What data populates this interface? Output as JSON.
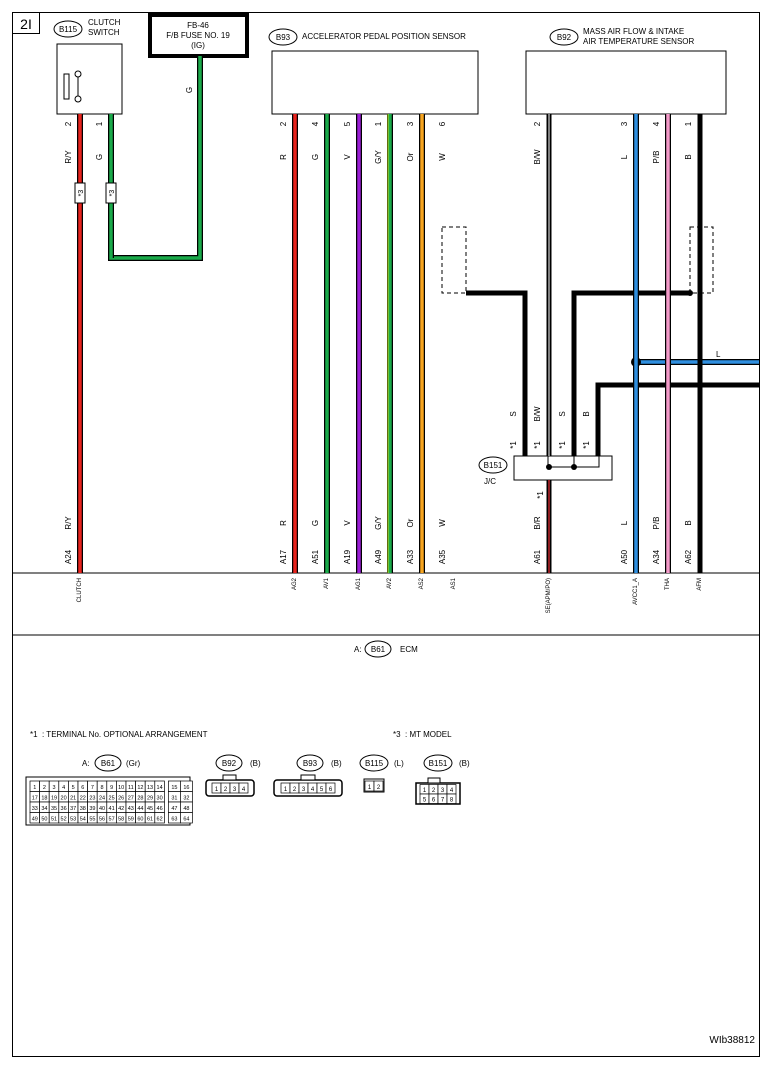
{
  "page_id": "2I",
  "figure_code": "WIb38812",
  "components": {
    "clutch_switch": {
      "badge": "B115",
      "line1": "CLUTCH",
      "line2": "SWITCH"
    },
    "fuse": {
      "line1": "FB-46",
      "line2": "F/B FUSE NO. 19",
      "line3": "(IG)"
    },
    "app_sensor": {
      "badge": "B93",
      "name": "ACCELERATOR PEDAL POSITION SENSOR"
    },
    "maf_sensor": {
      "badge": "B92",
      "line1": "MASS AIR FLOW & INTAKE",
      "line2": "AIR TEMPERATURE SENSOR"
    },
    "jc": {
      "badge": "B151",
      "label": "J/C"
    },
    "ecm": {
      "prefix": "A:",
      "badge": "B61",
      "label": "ECM"
    }
  },
  "fuse_wire_color": "G",
  "wires": [
    {
      "id": "clutch_2",
      "pin": "2",
      "color_code": "R/Y",
      "hex": "#e8231d",
      "ecm_code": "R/Y",
      "ecm_pin": "A24",
      "signal": "CLUTCH",
      "tag": "*3"
    },
    {
      "id": "clutch_1",
      "pin": "1",
      "color_code": "G",
      "hex": "#1aaa4a",
      "tag": "*3"
    },
    {
      "id": "app_2",
      "pin": "2",
      "color_code": "R",
      "hex": "#e8231d",
      "ecm_code": "R",
      "ecm_pin": "A17",
      "signal": "AG2"
    },
    {
      "id": "app_4",
      "pin": "4",
      "color_code": "G",
      "hex": "#1aaa4a",
      "ecm_code": "G",
      "ecm_pin": "A51",
      "signal": "AV1"
    },
    {
      "id": "app_5",
      "pin": "5",
      "color_code": "V",
      "hex": "#9b1fd6",
      "ecm_code": "V",
      "ecm_pin": "A19",
      "signal": "AG1"
    },
    {
      "id": "app_1",
      "pin": "1",
      "color_code": "G/Y",
      "hex": "#1aaa4a",
      "ecm_code": "G/Y",
      "ecm_pin": "A49",
      "signal": "AV2"
    },
    {
      "id": "app_3",
      "pin": "3",
      "color_code": "Or",
      "hex": "#f7a520",
      "ecm_code": "Or",
      "ecm_pin": "A33",
      "signal": "AS2"
    },
    {
      "id": "app_6",
      "pin": "6",
      "color_code": "W",
      "hex": "#ffffff",
      "ecm_code": "W",
      "ecm_pin": "A35",
      "signal": "AS1"
    },
    {
      "id": "maf_2",
      "pin": "2",
      "color_code": "B/W",
      "hex": "#000000",
      "ecm_code": "B/R",
      "ecm_pin": "A61",
      "signal": "SE(APM/PO)"
    },
    {
      "id": "maf_3",
      "pin": "3",
      "color_code": "L",
      "hex": "#2f8fe0",
      "ecm_code": "L",
      "ecm_pin": "A50",
      "signal": "AVCC1_A"
    },
    {
      "id": "maf_4",
      "pin": "4",
      "color_code": "P/B",
      "hex": "#f49ac9",
      "ecm_code": "P/B",
      "ecm_pin": "A34",
      "signal": "THA"
    },
    {
      "id": "maf_1",
      "pin": "1",
      "color_code": "B",
      "hex": "#000000",
      "ecm_code": "B",
      "ecm_pin": "A62",
      "signal": "AFM"
    }
  ],
  "jc_wires": [
    {
      "code": "S",
      "tag": "*1"
    },
    {
      "code": "B/W",
      "tag": "*1"
    },
    {
      "code": "S",
      "tag": "*1"
    },
    {
      "code": "B",
      "tag": "*1"
    }
  ],
  "jc_out_tag": "*1",
  "branch_l_label": "L",
  "notes": {
    "n1_mark": "*1",
    "n1_text": ": TERMINAL No. OPTIONAL ARRANGEMENT",
    "n3_mark": "*3",
    "n3_text": ": MT MODEL"
  },
  "connectors": {
    "b61": {
      "prefix": "A:",
      "badge": "B61",
      "color": "(Gr)",
      "rows": [
        [
          "1",
          "2",
          "3",
          "4",
          "5",
          "6",
          "7",
          "8",
          "9",
          "10",
          "11",
          "12",
          "13",
          "14",
          "15",
          "16"
        ],
        [
          "17",
          "18",
          "19",
          "20",
          "21",
          "22",
          "23",
          "24",
          "25",
          "26",
          "27",
          "28",
          "29",
          "30",
          "31",
          "32"
        ],
        [
          "33",
          "34",
          "35",
          "36",
          "37",
          "38",
          "39",
          "40",
          "41",
          "42",
          "43",
          "44",
          "45",
          "46",
          "47",
          "48"
        ],
        [
          "49",
          "50",
          "51",
          "52",
          "53",
          "54",
          "55",
          "56",
          "57",
          "58",
          "59",
          "60",
          "61",
          "62",
          "63",
          "64"
        ]
      ]
    },
    "b92": {
      "badge": "B92",
      "color": "(B)",
      "pins": [
        "1",
        "2",
        "3",
        "4"
      ]
    },
    "b93": {
      "badge": "B93",
      "color": "(B)",
      "pins": [
        "1",
        "2",
        "3",
        "4",
        "5",
        "6"
      ]
    },
    "b115": {
      "badge": "B115",
      "color": "(L)",
      "pins": [
        "1",
        "2"
      ]
    },
    "b151": {
      "badge": "B151",
      "color": "(B)",
      "rows": [
        [
          "1",
          "2",
          "3",
          "4"
        ],
        [
          "5",
          "6",
          "7",
          "8"
        ]
      ]
    }
  }
}
